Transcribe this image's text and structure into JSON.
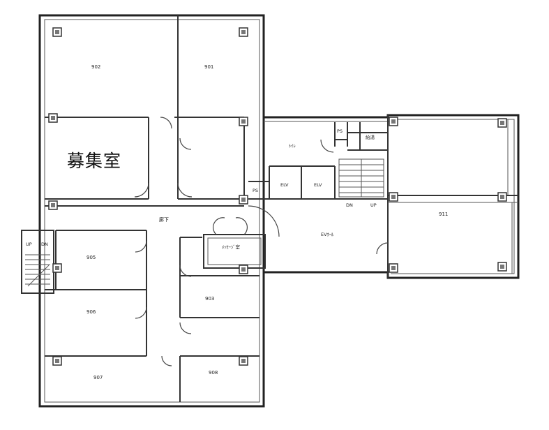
{
  "floor_plan": {
    "vacancy_label": "募集室",
    "rooms": {
      "r902": "902",
      "r901": "901",
      "r905": "905",
      "r906": "906",
      "r907": "907",
      "r908": "908",
      "r903": "903",
      "r911": "911",
      "corridor": "廊下",
      "toilet": "ﾄｲﾚ",
      "elv1": "ELV",
      "elv2": "ELV",
      "ps": "PS",
      "ps2": "PS",
      "kyutou": "給湯",
      "hall": "EVﾎｰﾙ",
      "message": "ﾒｯｾｰｼﾞ室",
      "stair_up_left": "UP",
      "stair_dn_left": "DN",
      "stair_dn_right": "DN",
      "stair_up_right": "UP"
    }
  }
}
